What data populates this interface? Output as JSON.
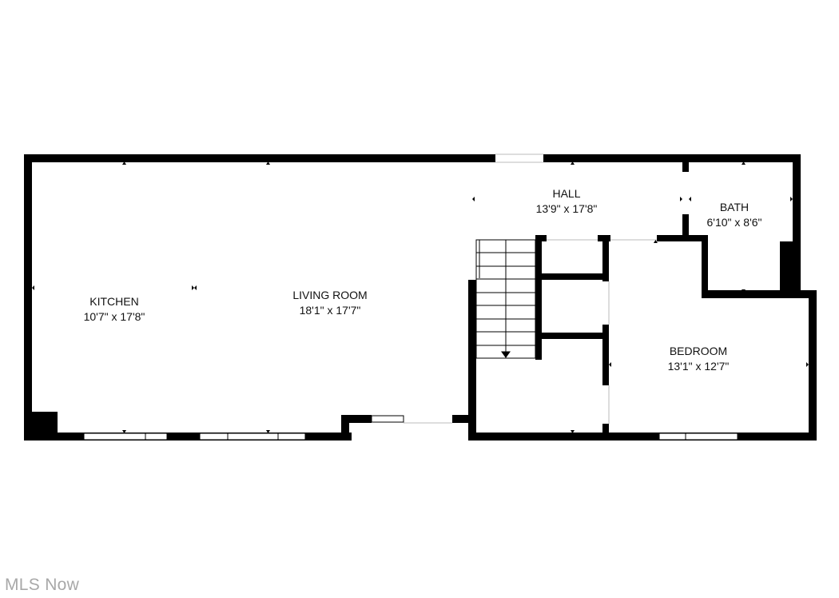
{
  "floorplan": {
    "rooms": [
      {
        "id": "kitchen",
        "name": "KITCHEN",
        "dims": "10'7\" x 17'8\""
      },
      {
        "id": "living",
        "name": "LIVING ROOM",
        "dims": "18'1\" x 17'7\""
      },
      {
        "id": "hall",
        "name": "HALL",
        "dims": "13'9\" x 17'8\""
      },
      {
        "id": "bath",
        "name": "BATH",
        "dims": "6'10\" x 8'6\""
      },
      {
        "id": "bedroom",
        "name": "BEDROOM",
        "dims": "13'1\" x 12'7\""
      }
    ],
    "wall_color": "#000000",
    "window_color": "#ffffff"
  },
  "watermark": "MLS Now"
}
